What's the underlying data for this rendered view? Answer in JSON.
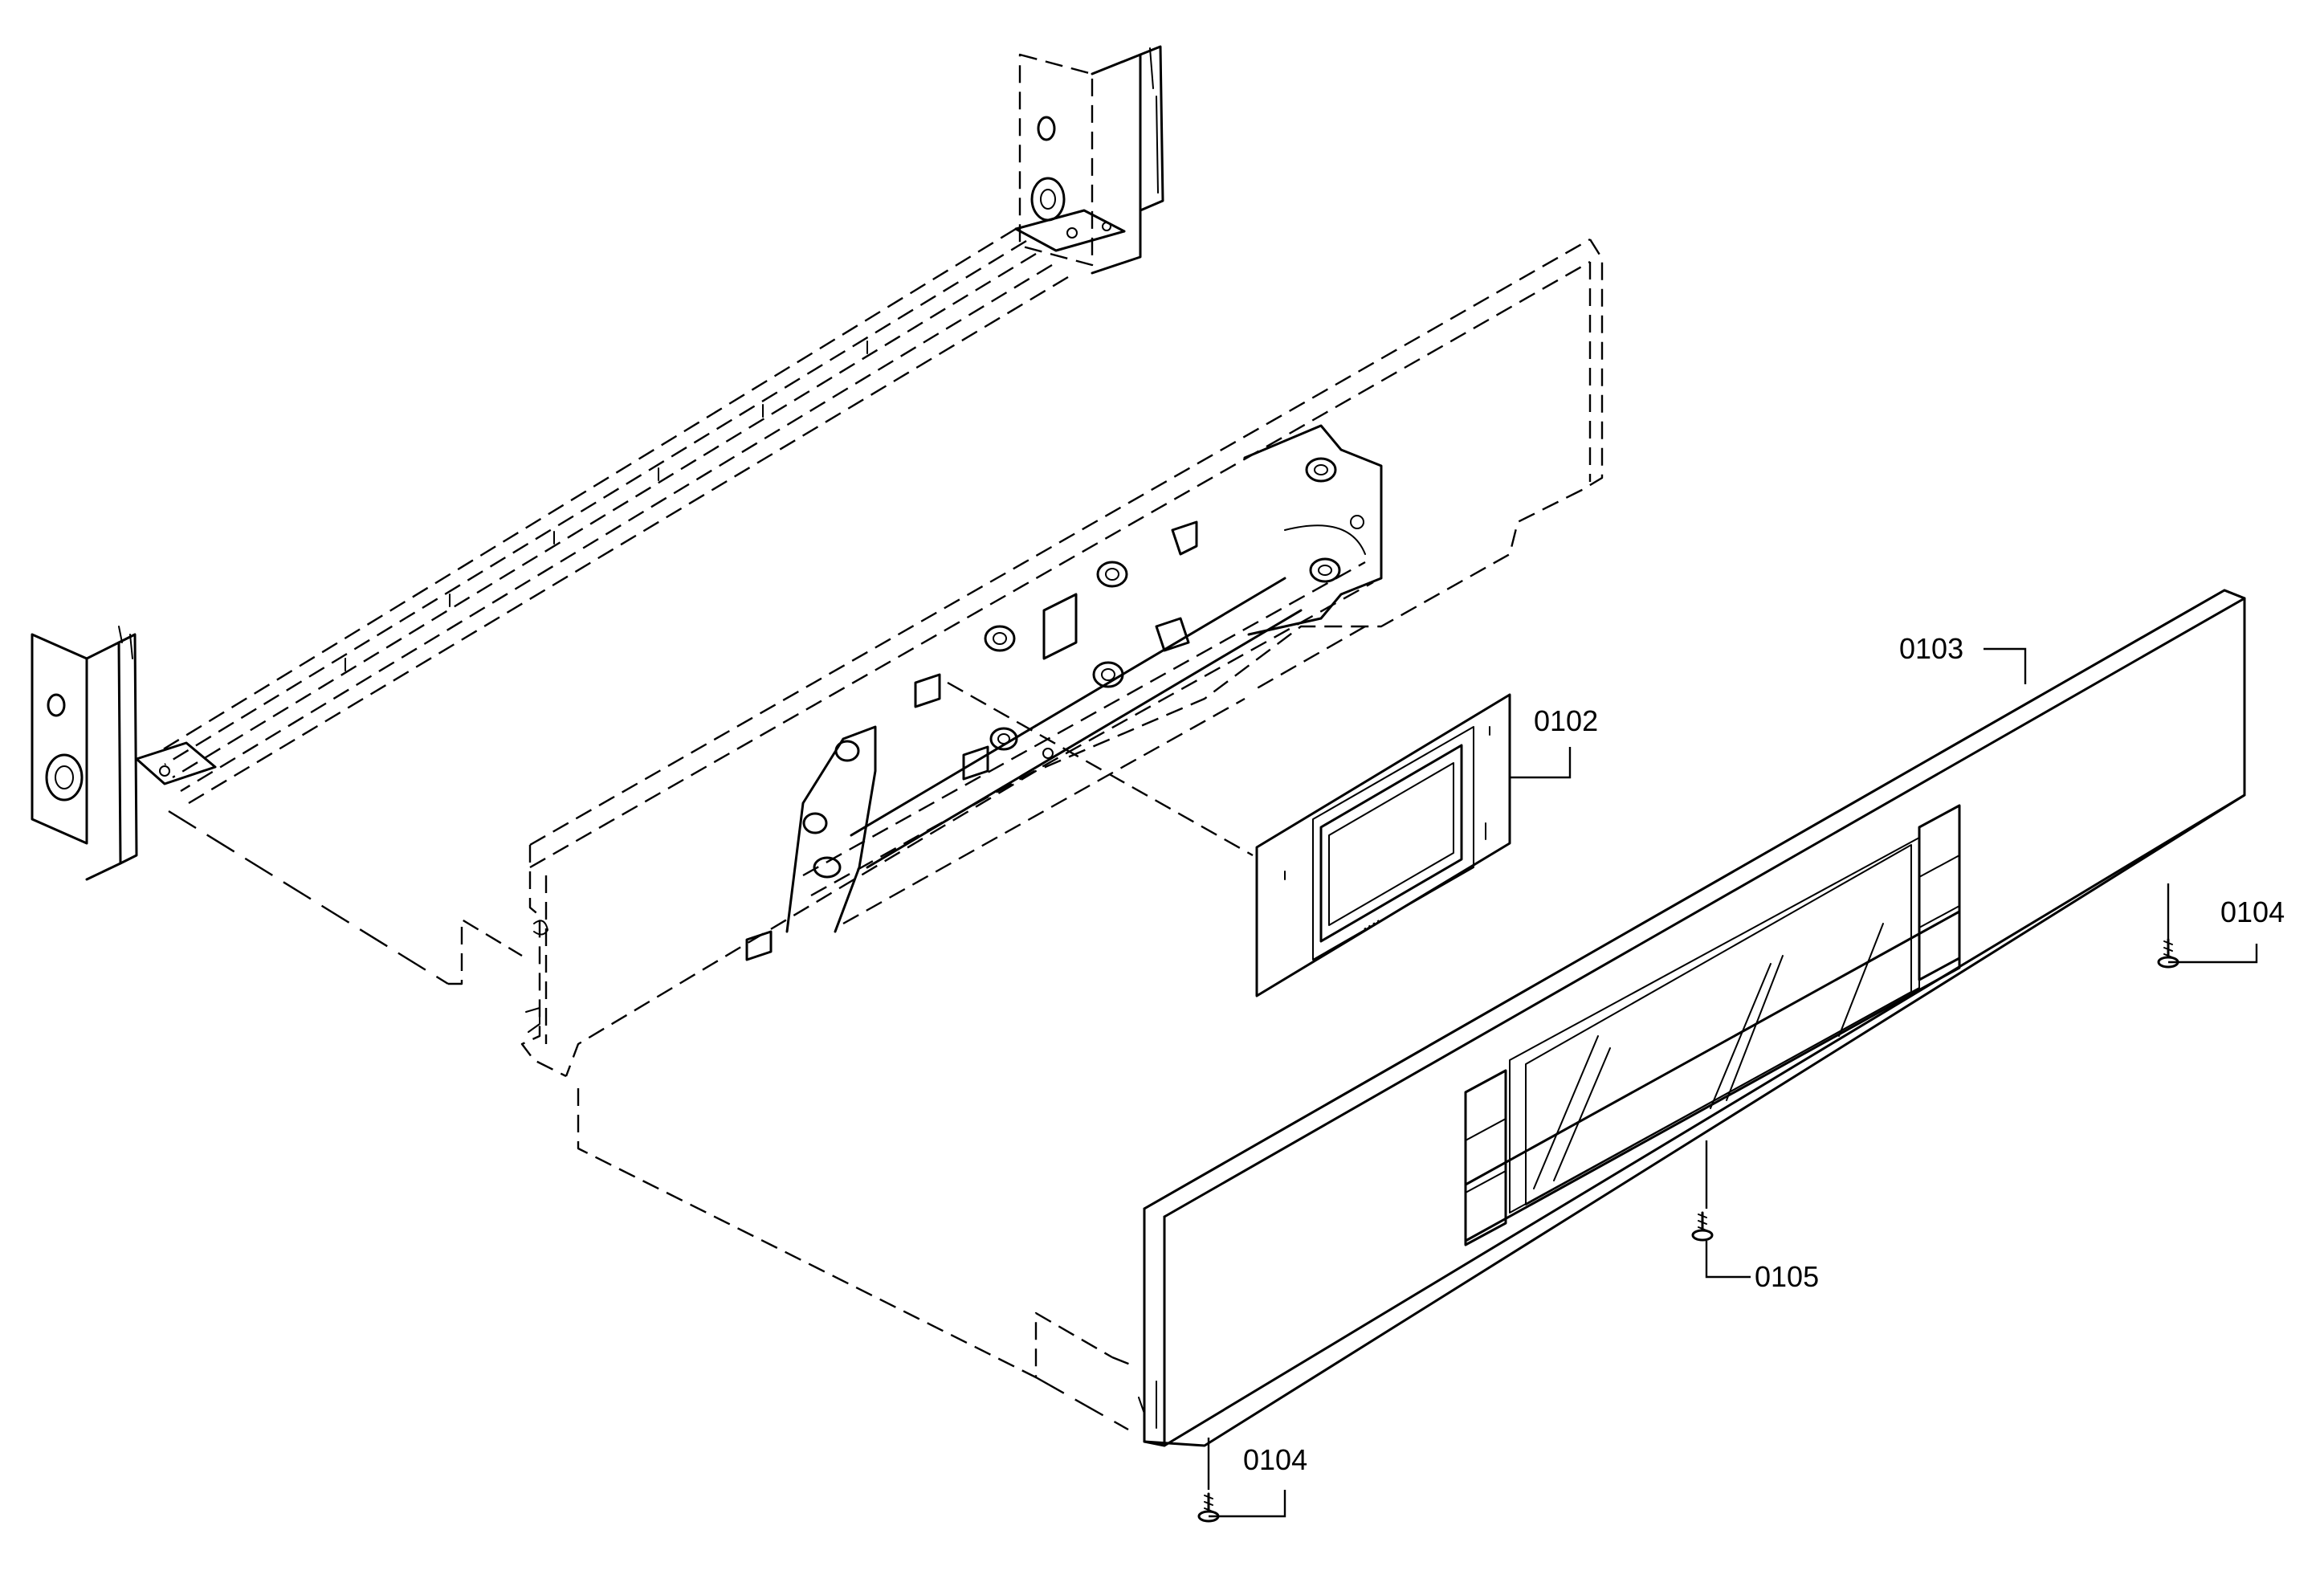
{
  "diagram": {
    "callouts": [
      {
        "id": "c0102",
        "text": "0102"
      },
      {
        "id": "c0103",
        "text": "0103"
      },
      {
        "id": "c0104a",
        "text": "0104"
      },
      {
        "id": "c0104b",
        "text": "0104"
      },
      {
        "id": "c0105",
        "text": "0105"
      }
    ],
    "control_panel_text": "▪ ▪ ▪ ▪"
  }
}
